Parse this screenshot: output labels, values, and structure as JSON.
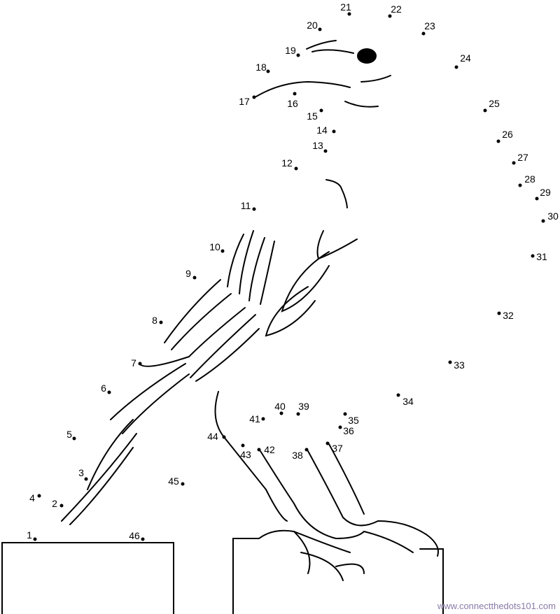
{
  "puzzle": {
    "dot_labels": [
      "1",
      "2",
      "3",
      "4",
      "5",
      "6",
      "7",
      "8",
      "9",
      "10",
      "11",
      "12",
      "13",
      "14",
      "15",
      "16",
      "17",
      "18",
      "19",
      "20",
      "21",
      "22",
      "23",
      "24",
      "25",
      "26",
      "27",
      "28",
      "29",
      "30",
      "31",
      "32",
      "33",
      "34",
      "35",
      "36",
      "37",
      "38",
      "39",
      "40",
      "41",
      "42",
      "43",
      "44",
      "45",
      "46"
    ]
  },
  "watermark": "www.connectthedots101.com"
}
